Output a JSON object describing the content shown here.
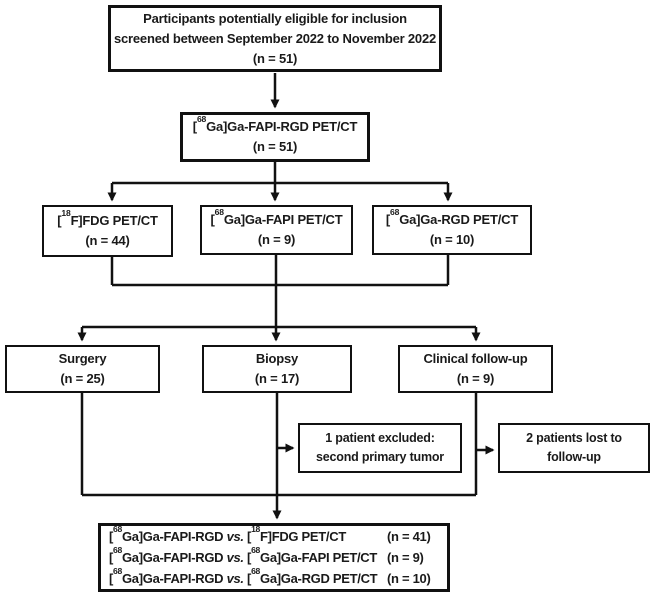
{
  "diagram": {
    "type": "flowchart",
    "colors": {
      "line": "#111111",
      "text": "#1a1a1a",
      "background": "#ffffff"
    },
    "nodes": {
      "screened": {
        "lines": [
          "Participants potentially eligible for inclusion",
          "screened between September 2022 to November 2022",
          "(n = 51)"
        ]
      },
      "fapi_rgd": {
        "label": [
          {
            "t": "["
          },
          {
            "t": "68",
            "s": "sup"
          },
          {
            "t": "Ga]Ga-FAPI-RGD PET/CT"
          }
        ],
        "n": "(n = 51)"
      },
      "fdg": {
        "label": [
          {
            "t": "["
          },
          {
            "t": "18",
            "s": "sup"
          },
          {
            "t": "F]FDG PET/CT"
          }
        ],
        "n": "(n = 44)"
      },
      "fapi": {
        "label": [
          {
            "t": "["
          },
          {
            "t": "68",
            "s": "sup"
          },
          {
            "t": "Ga]Ga-FAPI PET/CT"
          }
        ],
        "n": "(n = 9)"
      },
      "rgd": {
        "label": [
          {
            "t": "["
          },
          {
            "t": "68",
            "s": "sup"
          },
          {
            "t": "Ga]Ga-RGD PET/CT"
          }
        ],
        "n": "(n = 10)"
      },
      "surgery": {
        "label": "Surgery",
        "n": "(n = 25)"
      },
      "biopsy": {
        "label": "Biopsy",
        "n": "(n = 17)"
      },
      "clinical": {
        "label": "Clinical follow-up",
        "n": "(n = 9)"
      },
      "excluded": {
        "lines": [
          "1 patient excluded:",
          "second primary tumor"
        ]
      },
      "lost": {
        "lines": [
          "2 patients lost to",
          "follow-up"
        ]
      },
      "comparison": {
        "rows": [
          {
            "label": [
              {
                "t": "["
              },
              {
                "t": "68",
                "s": "sup"
              },
              {
                "t": "Ga]Ga-FAPI-RGD "
              },
              {
                "t": "vs.",
                "s": "i"
              },
              {
                "t": " ["
              },
              {
                "t": "18",
                "s": "sup"
              },
              {
                "t": "F]FDG PET/CT"
              }
            ],
            "n": "(n = 41)"
          },
          {
            "label": [
              {
                "t": "["
              },
              {
                "t": "68",
                "s": "sup"
              },
              {
                "t": "Ga]Ga-FAPI-RGD "
              },
              {
                "t": "vs.",
                "s": "i"
              },
              {
                "t": " ["
              },
              {
                "t": "68",
                "s": "sup"
              },
              {
                "t": "Ga]Ga-FAPI PET/CT"
              }
            ],
            "n": "(n = 9)"
          },
          {
            "label": [
              {
                "t": "["
              },
              {
                "t": "68",
                "s": "sup"
              },
              {
                "t": "Ga]Ga-FAPI-RGD "
              },
              {
                "t": "vs.",
                "s": "i"
              },
              {
                "t": " ["
              },
              {
                "t": "68",
                "s": "sup"
              },
              {
                "t": "Ga]Ga-RGD PET/CT"
              }
            ],
            "n": "(n = 10)"
          }
        ]
      }
    }
  }
}
